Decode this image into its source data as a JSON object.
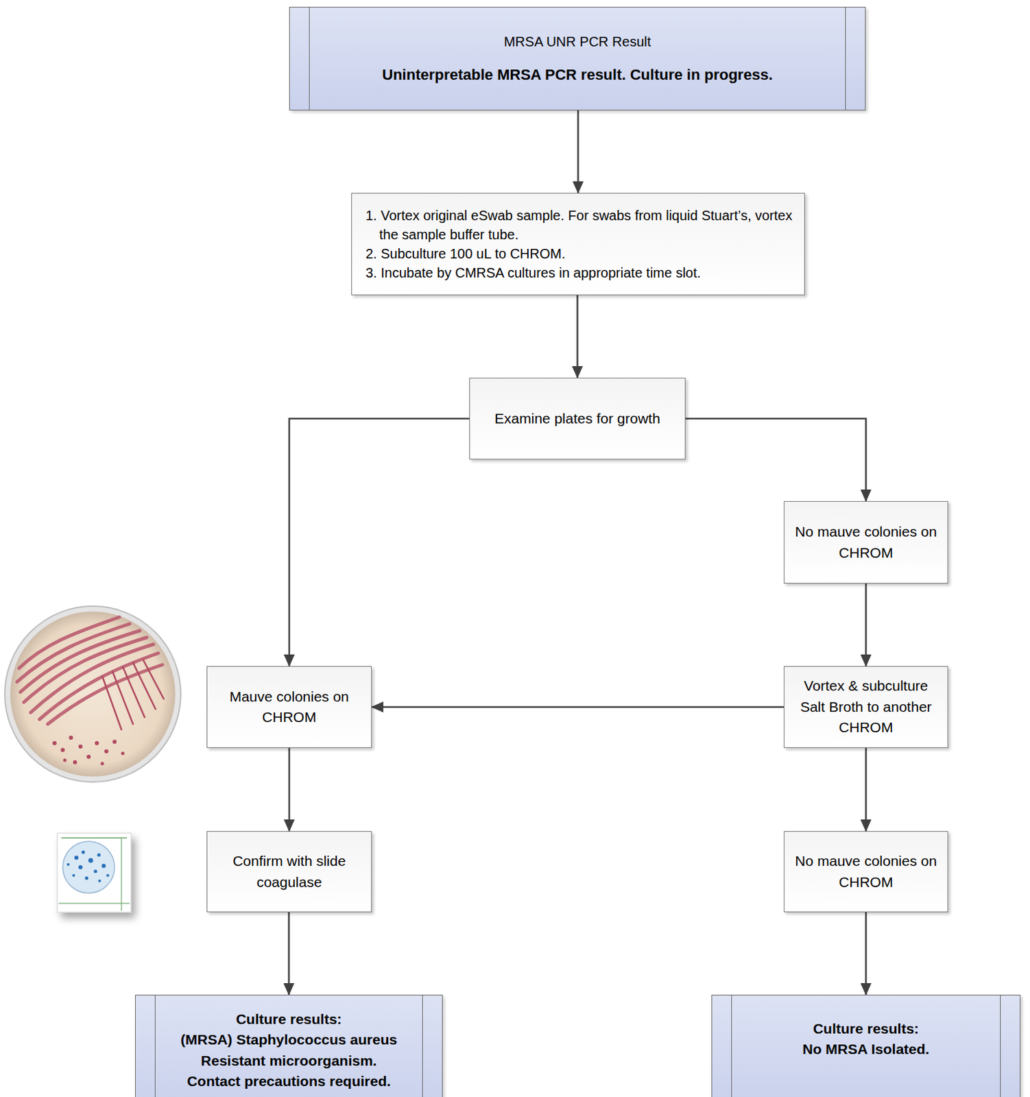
{
  "diagram": {
    "nodes": [
      {
        "text": [
          "MRSA UNR PCR Result",
          "Uninterpretable MRSA PCR result.  Culture in progress."
        ]
      },
      {
        "text": [
          "1. Vortex original eSwab sample. For swabs from liquid Stuart’s, vortex the sample buffer tube.",
          "2. Subculture 100 uL to CHROM.",
          "3. Incubate by CMRSA cultures in appropriate time slot."
        ]
      },
      {
        "text": [
          "Examine plates for growth"
        ]
      },
      {
        "text": [
          "No mauve colonies on CHROM"
        ]
      },
      {
        "text": [
          "Mauve colonies on CHROM"
        ]
      },
      {
        "text": [
          "Vortex & subculture Salt Broth to another CHROM"
        ]
      },
      {
        "text": [
          "Confirm with slide coagulase"
        ]
      },
      {
        "text": [
          "No mauve colonies on CHROM"
        ]
      },
      {
        "text": [
          "Culture results:",
          "(MRSA) Staphylococcus aureus",
          "Resistant microorganism.",
          "Contact precautions required."
        ]
      },
      {
        "text": [
          "Culture results:",
          "No MRSA Isolated."
        ]
      }
    ],
    "edges": [
      {
        "from": 0,
        "to": 1,
        "arrow": "to"
      },
      {
        "from": 1,
        "to": 2,
        "arrow": "to"
      },
      {
        "from": 2,
        "to": 4,
        "arrow": "to"
      },
      {
        "from": 2,
        "to": 3,
        "arrow": "to"
      },
      {
        "from": 3,
        "to": 5,
        "arrow": "to"
      },
      {
        "from": 5,
        "to": 4,
        "arrow": "to"
      },
      {
        "from": 4,
        "to": 6,
        "arrow": "to"
      },
      {
        "from": 6,
        "to": 8,
        "arrow": "to"
      },
      {
        "from": 5,
        "to": 7,
        "arrow": "to"
      },
      {
        "from": 7,
        "to": 9,
        "arrow": "to"
      }
    ]
  }
}
